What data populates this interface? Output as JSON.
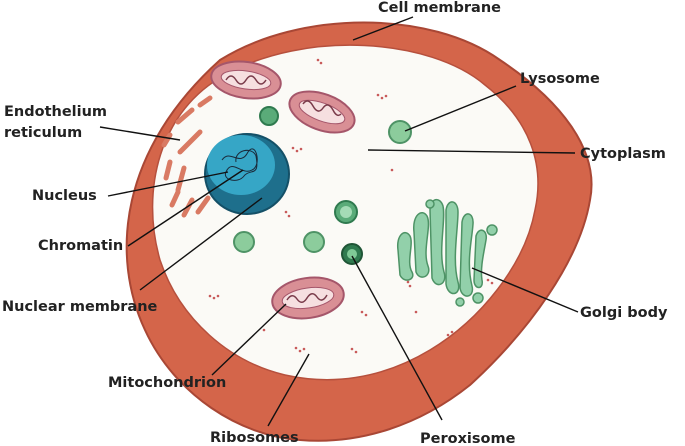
{
  "labels": {
    "cell_membrane": "Cell membrane",
    "lysosome": "Lysosome",
    "endothelium_line1": "Endothelium",
    "endothelium_line2": "reticulum",
    "cytoplasm": "Cytoplasm",
    "nucleus": "Nucleus",
    "chromatin": "Chromatin",
    "nuclear_membrane": "Nuclear membrane",
    "golgi_body": "Golgi body",
    "mitochondrion": "Mitochondrion",
    "ribosomes": "Ribosomes",
    "peroxisome": "Peroxisome"
  },
  "colors": {
    "membrane": "#d4654a",
    "cytoplasm": "#fbfaf6",
    "nucleus": "#2b98b8",
    "mitochondrion": "#d98f95",
    "green_organelle": "#8ccc9c",
    "golgi": "#92d0aa",
    "reticulum": "#d97a63"
  }
}
